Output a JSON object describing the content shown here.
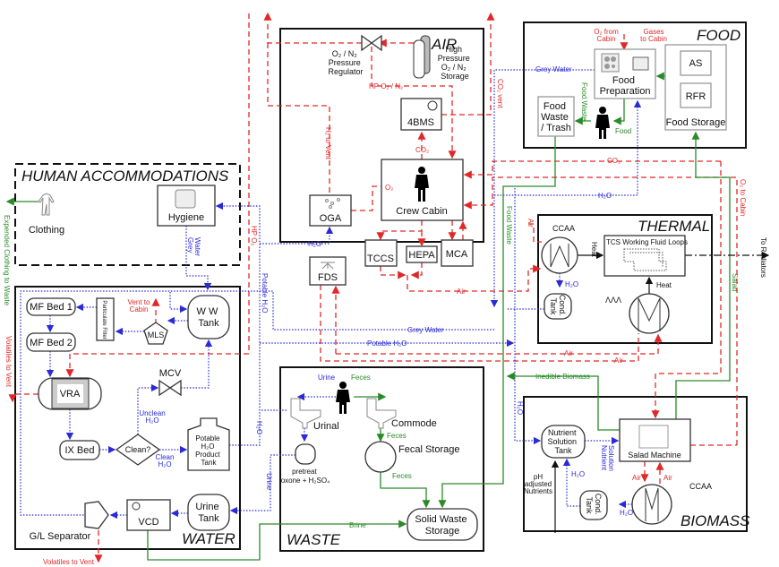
{
  "colors": {
    "air_flow": "#e02828",
    "water_flow": "#2a2ad8",
    "solid_flow": "#2a8a2a",
    "heat_flow": "#111111"
  },
  "subsystems": {
    "air": "AIR",
    "food": "FOOD",
    "human": "HUMAN ACCOMMODATIONS",
    "water": "WATER",
    "waste": "WASTE",
    "thermal": "THERMAL",
    "biomass": "BIOMASS"
  },
  "components": {
    "pressure_regulator": [
      "O₂ / N₂",
      "Pressure",
      "Regulator"
    ],
    "hp_storage": [
      "High",
      "Pressure",
      "O₂ / N₂",
      "Storage"
    ],
    "bms": "4BMS",
    "crew_cabin": "Crew Cabin",
    "oga": "OGA",
    "fds": "FDS",
    "tccs": "TCCS",
    "hepa": "HEPA",
    "mca": "MCA",
    "food_preparation": [
      "Food",
      "Preparation"
    ],
    "as": "AS",
    "rfr": "RFR",
    "food_storage": "Food Storage",
    "food_waste": [
      "Food",
      "Waste",
      "/ Trash"
    ],
    "hygiene": "Hygiene",
    "clothing": "Clothing",
    "mf_bed_1": "MF Bed 1",
    "mf_bed_2": "MF Bed 2",
    "particulate_filter": "Particulate Filter",
    "mls": "MLS",
    "ww_tank": [
      "W W",
      "Tank"
    ],
    "vra": "VRA",
    "mcv": "MCV",
    "ix_bed": "IX Bed",
    "clean": "Clean?",
    "potable_tank": [
      "Potable",
      "H₂O",
      "Product",
      "Tank"
    ],
    "urine_tank": [
      "Urine",
      "Tank"
    ],
    "vcd": "VCD",
    "gl_separator": "G/L Separator",
    "urinal": "Urinal",
    "commode": "Commode",
    "pretreat": [
      "pretreat",
      "oxone + H₂SO₄"
    ],
    "fecal_storage": "Fecal Storage",
    "solid_waste": [
      "Solid Waste",
      "Storage"
    ],
    "thermal_ccaa": "CCAA",
    "tcs_loops": "TCS Working Fluid Loops",
    "thermal_cond_tank": [
      "Cond.",
      "Tank"
    ],
    "aaa": "ΛΛΛ",
    "nutrient_tank": [
      "Nutrient",
      "Solution",
      "Tank"
    ],
    "salad_machine": "Salad Machine",
    "biomass_cond_tank": [
      "Cond.",
      "Tank"
    ],
    "biomass_ccaa": "CCAA"
  },
  "flows": {
    "hp_o2_n2": "HP O₂ / N₂",
    "h2_to_vent": "H₂ to Vent",
    "co2_vent": "CO₂ vent",
    "co2_bms": "CO₂",
    "o2_cabin": "O₂",
    "h2o_oga": "H₂O",
    "air_tccs": "Air",
    "grey_water_food": "Grey Water",
    "o2_from_cabin": [
      "O₂ from",
      "Cabin"
    ],
    "gases_to_cabin": [
      "Gases",
      "to Cabin"
    ],
    "food_waste_flow": "Food Waste",
    "food": "Food",
    "co2_main": "CO₂",
    "h2o_main": "H₂O",
    "o2_to_cabin": "O₂ to Cabin",
    "food_waste_down": "Food Waste",
    "air_thermal": "Air",
    "heat_1": "Heat",
    "heat_2": "Heat",
    "to_radiators": "To Radiators",
    "salad": "Salad",
    "h2o_cond": "H₂O",
    "air_1": "Air",
    "air_2": "Air",
    "grey_water_main": "Grey Water",
    "potable_h2o_main": "Potable H₂O",
    "potable_h2o_vertical": "Potable H₂O",
    "hp_o2_vertical": "HP O₂",
    "grey_water_hygiene": [
      "Grey",
      "Water"
    ],
    "expended_clothing": "Expended Clothing to Waste",
    "vent_to_cabin": [
      "Vent to",
      "Cabin"
    ],
    "volatiles_left": "Volatiles to Vent",
    "volatiles_bottom": "Volatiles to Vent",
    "unclean_h2o": [
      "Unclean",
      "H₂O"
    ],
    "clean_h2o": [
      "Clean",
      "H₂O"
    ],
    "h2o_water_right": "H₂O",
    "urine_vertical": "Urine",
    "urine_top": "Urine",
    "feces_top": "Feces",
    "feces_commode": "Feces",
    "feces_storage": "Feces",
    "brine": "Brine",
    "inedible_biomass": "Inedible Biomass",
    "h2o_biomass": "H₂O",
    "nutrient_solution": [
      "Nutrient",
      "Solution"
    ],
    "ph_nutrients": [
      "pH",
      "adjusted",
      "Nutrients"
    ],
    "h2o_nutrient": "H₂O",
    "h2o_ccaa": "H₂O",
    "air_salad_down": "Air",
    "air_salad_up": "Air"
  }
}
